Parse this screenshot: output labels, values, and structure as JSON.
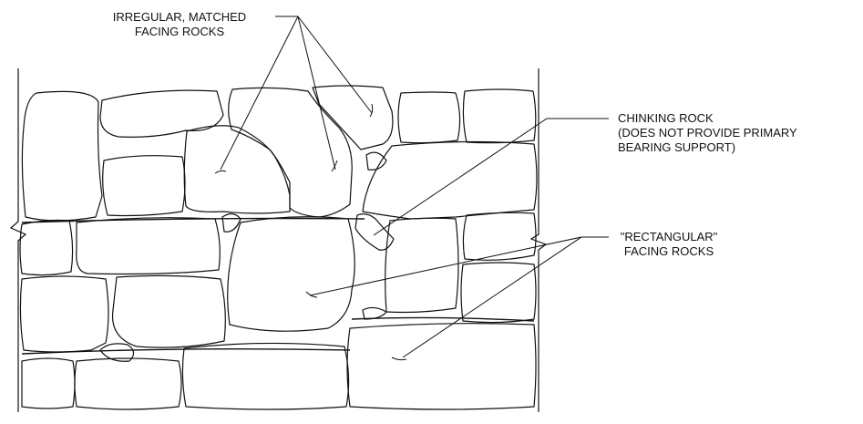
{
  "diagram": {
    "labels": {
      "irregular": [
        "IRREGULAR, MATCHED",
        "FACING ROCKS"
      ],
      "chinking": [
        "CHINKING ROCK",
        "(DOES NOT PROVIDE PRIMARY",
        "BEARING SUPPORT)"
      ],
      "rectangular": [
        "\"RECTANGULAR\"",
        "FACING ROCKS"
      ]
    }
  }
}
